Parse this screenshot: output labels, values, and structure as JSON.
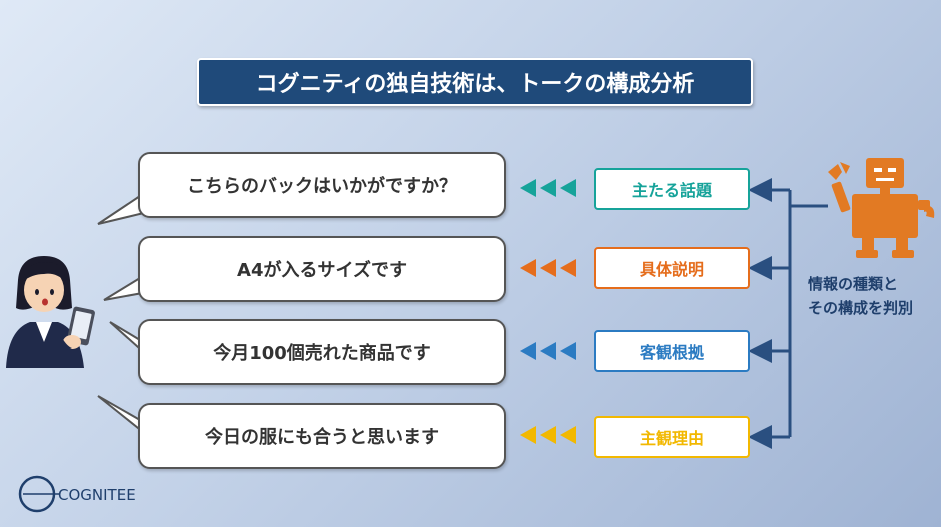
{
  "title": "コグニティの独自技術は、トークの構成分析",
  "rows": [
    {
      "utterance": "こちらのバックはいかがですか？",
      "label": "主たる話題",
      "color": "#16a39a"
    },
    {
      "utterance": "A4が入るサイズです",
      "label": "具体説明",
      "color": "#e56d1c"
    },
    {
      "utterance": "今月100個売れた商品です",
      "label": "客観根拠",
      "color": "#2b7bc2"
    },
    {
      "utterance": "今日の服にも合うと思います",
      "label": "主観理由",
      "color": "#f2b800"
    }
  ],
  "robot_caption": {
    "line1": "情報の種類と",
    "line2": "その構成を判別"
  },
  "logo": {
    "text": "COGNITEE"
  },
  "connector_color": "#2a4f80",
  "robot_color": "#e27a23",
  "person_icon": "woman-with-smartphone-icon",
  "robot_icon": "robot-icon"
}
